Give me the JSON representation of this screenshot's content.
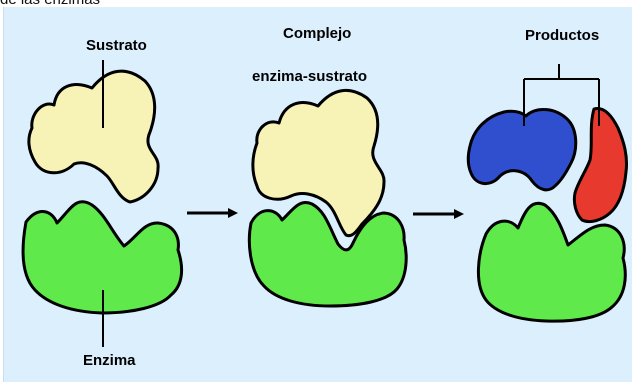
{
  "caption_fragment": "de las enzimas",
  "labels": {
    "substrate": "Sustrato",
    "enzyme": "Enzima",
    "complex_line1": "Complejo",
    "complex_line2": "enzima-sustrato",
    "products": "Productos"
  },
  "colors": {
    "background": "#dceffd",
    "substrate": "#f7f3b6",
    "enzyme": "#5fe94a",
    "product_blue": "#2f4fce",
    "product_red": "#e8392f",
    "outline": "#000000"
  },
  "icons": {
    "arrow_1": "right-arrow-icon",
    "arrow_2": "right-arrow-icon"
  }
}
